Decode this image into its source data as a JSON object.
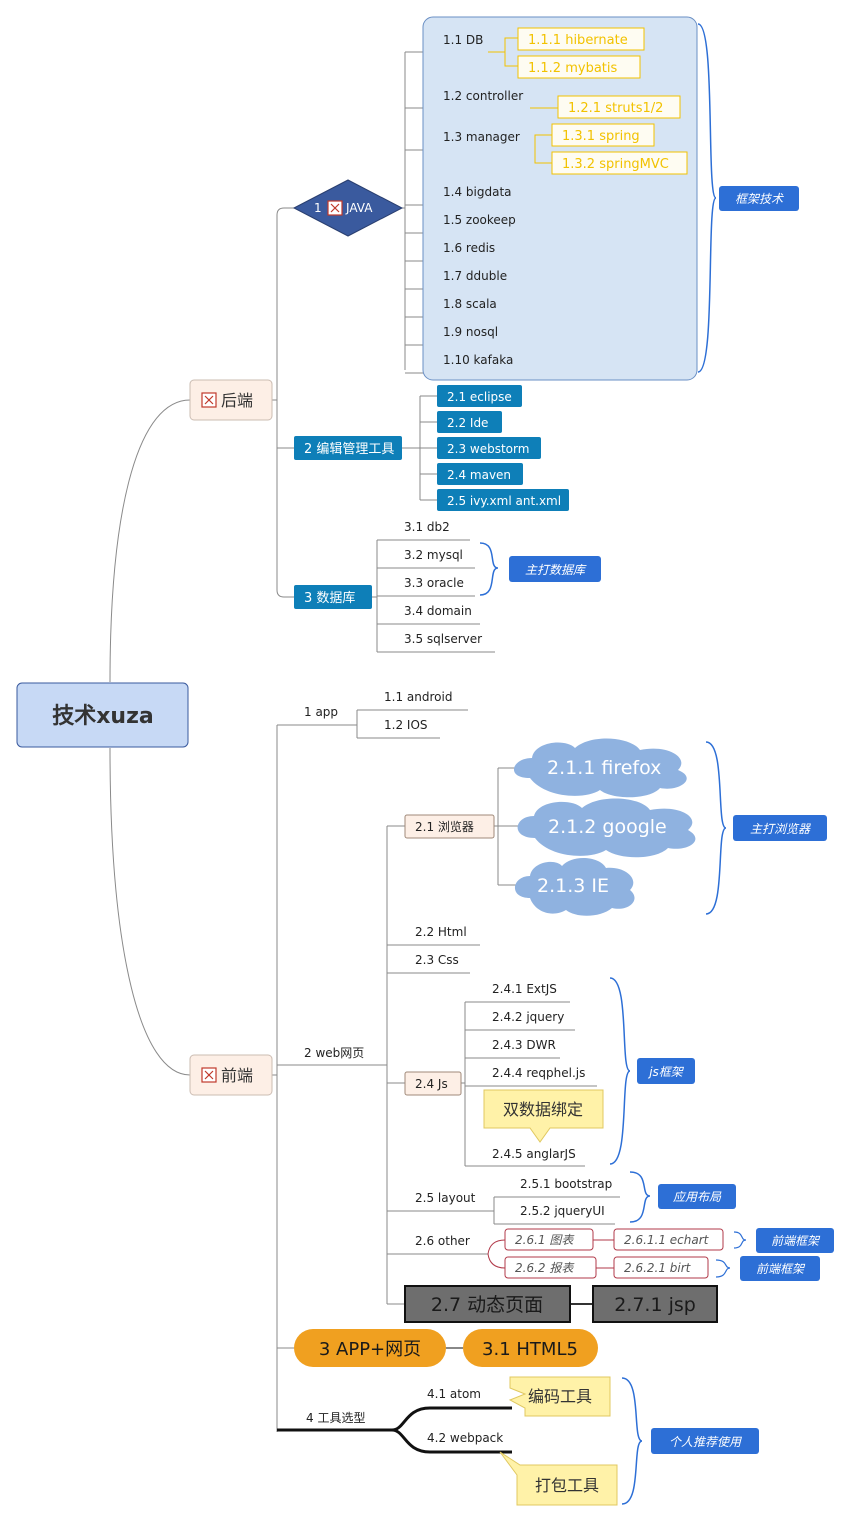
{
  "root": "技术xuza",
  "backend": {
    "label": "后端",
    "java": {
      "label": "JAVA",
      "num": "1",
      "items": [
        {
          "label": "1.1  DB",
          "children": [
            "1.1.1  hibernate",
            "1.1.2  mybatis"
          ]
        },
        {
          "label": "1.2  controller",
          "children": [
            "1.2.1  struts1/2"
          ]
        },
        {
          "label": "1.3  manager",
          "children": [
            "1.3.1  spring",
            "1.3.2  springMVC"
          ]
        },
        {
          "label": "1.4  bigdata",
          "children": []
        },
        {
          "label": "1.5  zookeep",
          "children": []
        },
        {
          "label": "1.6  redis",
          "children": []
        },
        {
          "label": "1.7  dduble",
          "children": []
        },
        {
          "label": "1.8  scala",
          "children": []
        },
        {
          "label": "1.9  nosql",
          "children": []
        },
        {
          "label": "1.10  kafaka",
          "children": []
        }
      ],
      "boundary_label": "框架技术"
    },
    "editors": {
      "label": "2  编辑管理工具",
      "items": [
        "2.1  eclipse",
        "2.2  Ide",
        "2.3  webstorm",
        "2.4  maven",
        "2.5  ivy.xml ant.xml"
      ]
    },
    "databases": {
      "label": "3  数据库",
      "items": [
        "3.1  db2",
        "3.2  mysql",
        "3.3  oracle",
        "3.4  domain",
        "3.5  sqlserver"
      ],
      "callout": "主打数据库"
    }
  },
  "frontend": {
    "label": "前端",
    "app": {
      "label": "1  app",
      "items": [
        "1.1  android",
        "1.2  IOS"
      ]
    },
    "web": {
      "label": "2  web网页",
      "browser": {
        "label": "2.1  浏览器",
        "items": [
          "2.1.1 firefox",
          "2.1.2 google",
          "2.1.3 IE"
        ],
        "callout": "主打浏览器"
      },
      "html": "2.2  Html",
      "css": "2.3  Css",
      "js": {
        "label": "2.4  Js",
        "items": [
          "2.4.1  ExtJS",
          "2.4.2  jquery",
          "2.4.3  DWR",
          "2.4.4  reqphel.js",
          "2.4.5  anglarJS"
        ],
        "note": "双数据绑定",
        "callout": "js框架"
      },
      "layout": {
        "label": "2.5  layout",
        "items": [
          "2.5.1  bootstrap",
          "2.5.2  jqueryUI"
        ],
        "callout": "应用布局"
      },
      "other": {
        "label": "2.6  other",
        "items": [
          {
            "label": "2.6.1  图表",
            "child": "2.6.1.1  echart",
            "callout": "前端框架"
          },
          {
            "label": "2.6.2  报表",
            "child": "2.6.2.1  birt",
            "callout": "前端框架"
          }
        ]
      },
      "dynamic": {
        "label": "2.7 动态页面",
        "child": "2.7.1 jsp"
      }
    },
    "hybrid": {
      "label": "3 APP+网页",
      "child": "3.1 HTML5"
    },
    "tools": {
      "label": "4  工具选型",
      "items": [
        {
          "label": "4.1  atom",
          "note": "编码工具"
        },
        {
          "label": "4.2  webpack",
          "note": "打包工具"
        }
      ],
      "callout": "个人推荐使用"
    }
  },
  "colors": {
    "root_fill": "#c7d9f5",
    "boundary_fill": "#d6e4f4",
    "blue_box": "#0e7fb8",
    "callout_blue": "#2d6fd6",
    "yellow_text": "#f2c200",
    "cloud": "#8fb2e0",
    "dark_box": "#6e6e6e",
    "orange": "#f0a020",
    "red_border": "#b23a4a",
    "diamond": "#3a5a9e",
    "note_fill": "#fff2a8"
  }
}
